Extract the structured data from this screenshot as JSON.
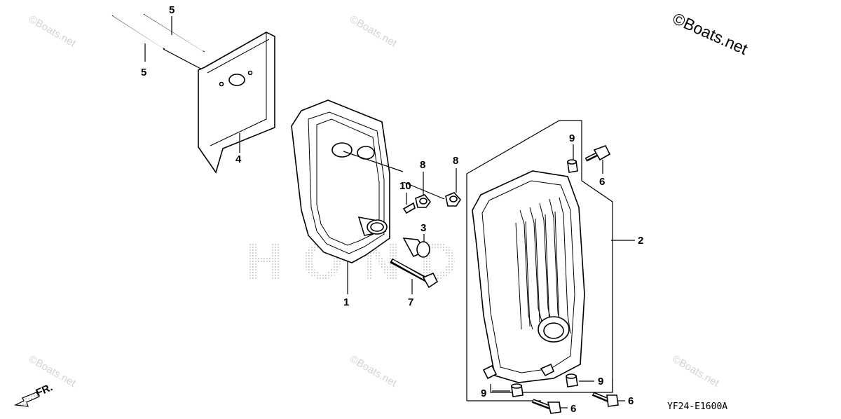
{
  "copyright": "©Boats.net",
  "watermark_text": "©Boats.net",
  "reference_code": "YF24-E1600A",
  "direction_label": "FR.",
  "background_brand": "HONDA",
  "callouts": {
    "c1": "1",
    "c2": "2",
    "c3": "3",
    "c4": "4",
    "c5a": "5",
    "c5b": "5",
    "c6a": "6",
    "c6b": "6",
    "c6c": "6",
    "c7": "7",
    "c8a": "8",
    "c8b": "8",
    "c9a": "9",
    "c9b": "9",
    "c9c": "9",
    "c10": "10"
  },
  "colors": {
    "line": "#000000",
    "watermark": "#d3d3d3",
    "brand_dots": "#b0b0b0"
  }
}
